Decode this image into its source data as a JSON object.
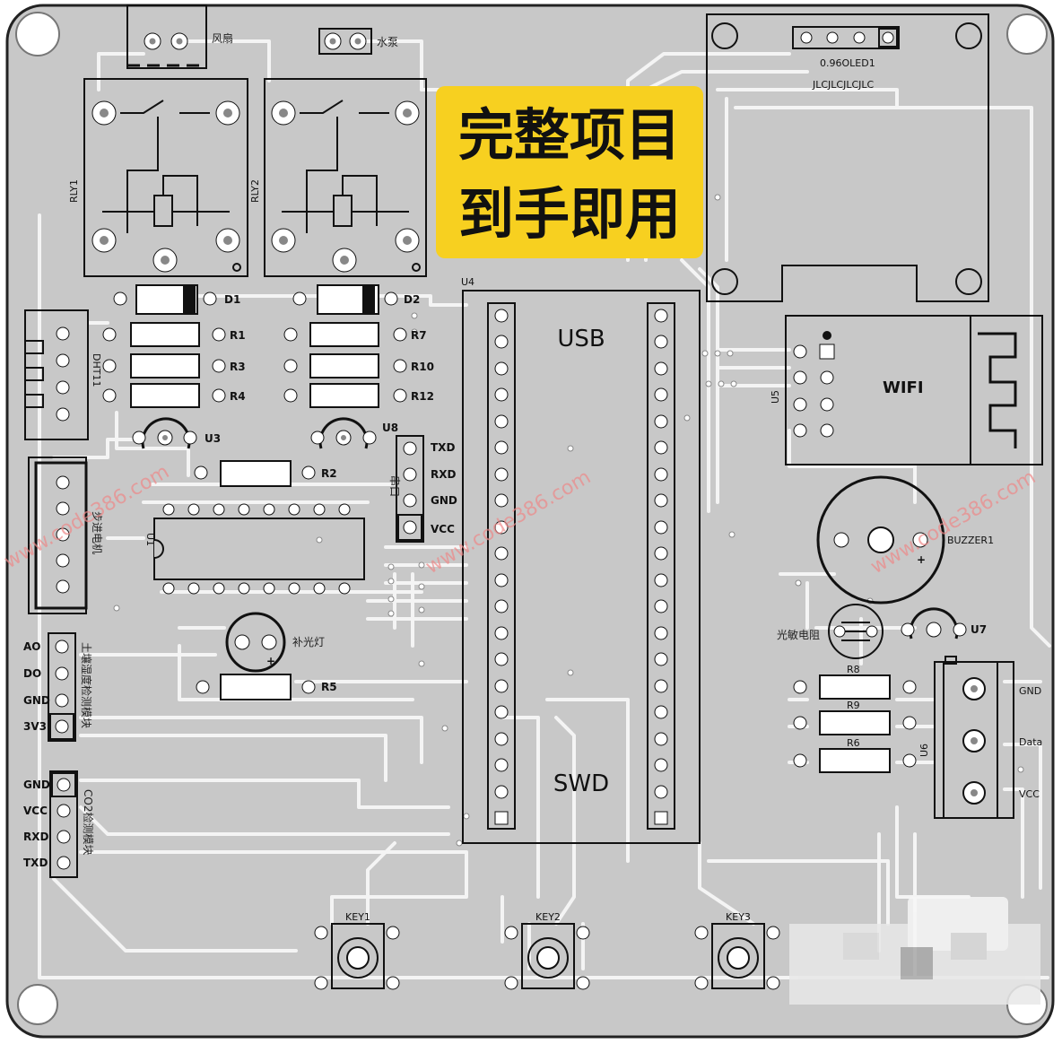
{
  "banner": {
    "line1": "完整项目",
    "line2": "到手即用",
    "bg": "#f7d020"
  },
  "colors": {
    "board": "#c8c8c8",
    "trace": "#f4f4f4",
    "silk": "#111111",
    "pad": "#ffffff",
    "watermark": "#e88888"
  },
  "labels": {
    "fan": "风扇",
    "pump": "水泵",
    "rly1": "RLY1",
    "rly2": "RLY2",
    "d1": "D1",
    "d2": "D2",
    "r1": "R1",
    "r3": "R3",
    "r4": "R4",
    "r7": "R7",
    "r10": "R10",
    "r12": "R12",
    "u3": "U3",
    "u8": "U8",
    "r2": "R2",
    "u1": "U1",
    "dht11": "DHT11",
    "stepper": "步进电机",
    "fill_light": "补光灯",
    "r5": "R5",
    "soil": "土壤湿度检测模块",
    "co2": "CO2检测模块",
    "serial": "串口",
    "u4": "U4",
    "usb": "USB",
    "swd": "SWD",
    "oled_name": "0.96OLED1",
    "oled_sub": "JLCJLCJLCJLC",
    "wifi": "WIFI",
    "u5": "U5",
    "buzzer": "BUZZER1",
    "photo": "光敏电阻",
    "u7": "U7",
    "r8": "R8",
    "r9": "R9",
    "r6": "R6",
    "u6": "U6",
    "key1": "KEY1",
    "key2": "KEY2",
    "key3": "KEY3",
    "watermark": "www.code386.com",
    "plus": "+"
  },
  "serial_pins": [
    "TXD",
    "RXD",
    "GND",
    "VCC"
  ],
  "soil_pins": [
    "AO",
    "DO",
    "GND",
    "3V3"
  ],
  "co2_pins": [
    "GND",
    "VCC",
    "RXD",
    "TXD"
  ],
  "u6_pins": [
    "GND",
    "Data",
    "VCC"
  ]
}
